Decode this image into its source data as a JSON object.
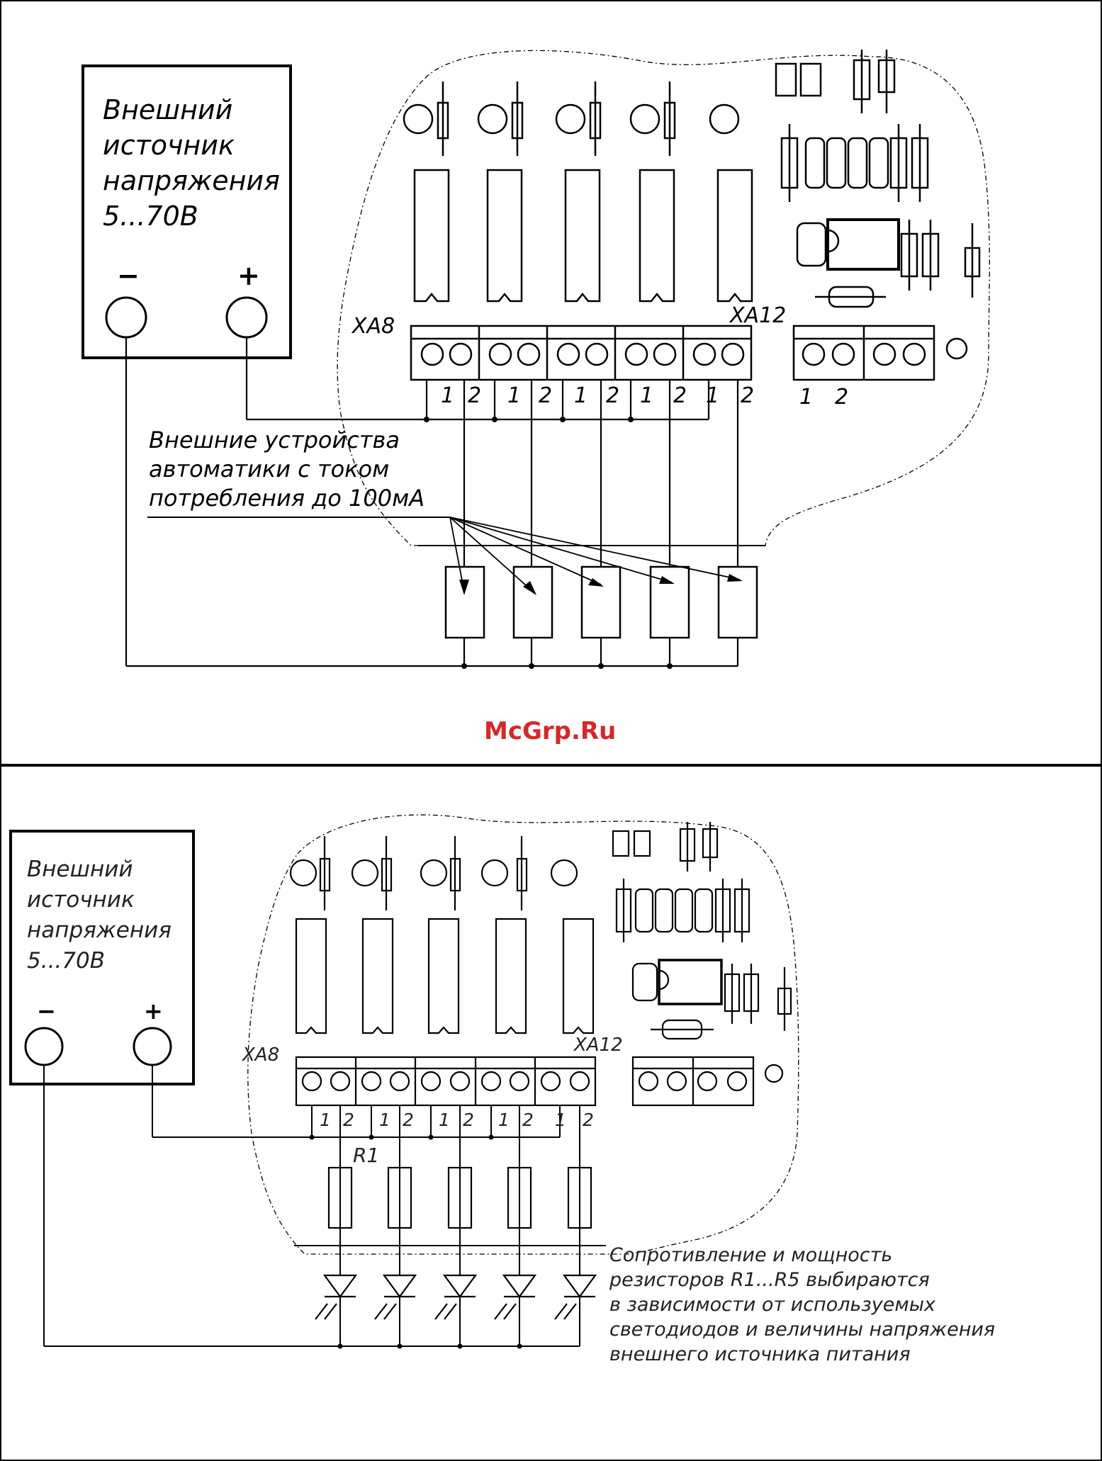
{
  "watermark": "McGrp.Ru",
  "colors": {
    "line": "#000000",
    "watermark": "#d62828",
    "background": "#ffffff"
  },
  "top": {
    "source": {
      "lines": [
        "Внешний",
        "источник",
        "напряжения",
        "5...70В"
      ],
      "minus": "−",
      "plus": "+"
    },
    "connector_left": "ХА8",
    "connector_right": "ХА12",
    "pin_labels": [
      "1",
      "2",
      "1",
      "2",
      "1",
      "2",
      "1",
      "2",
      "1",
      "2"
    ],
    "aux_pins": [
      "1",
      "2"
    ],
    "note_lines": [
      "Внешние устройства",
      "автоматики с током",
      "потребления до 100мА"
    ]
  },
  "bottom": {
    "source": {
      "lines": [
        "Внешний",
        "источник",
        "напряжения",
        "5...70В"
      ],
      "minus": "−",
      "plus": "+"
    },
    "connector_left": "ХА8",
    "connector_right": "ХА12",
    "pin_labels": [
      "1",
      "2",
      "1",
      "2",
      "1",
      "2",
      "1",
      "2",
      "1",
      "2"
    ],
    "resistor_label": "R1",
    "note_lines": [
      "Сопротивление и мощность",
      "резисторов R1...R5 выбираются",
      "в зависимости от используемых",
      "светодиодов и величины напряжения",
      "внешнего источника питания"
    ]
  }
}
